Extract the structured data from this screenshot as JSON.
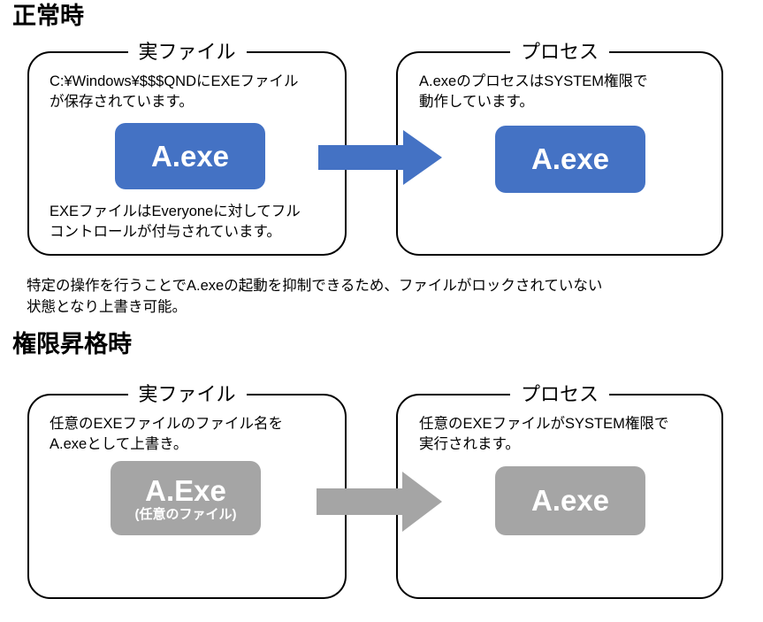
{
  "sections": [
    {
      "heading": "正常時",
      "left_panel": {
        "label": "実ファイル",
        "text_top": "C:¥Windows¥$$$QNDにEXEファイル\nが保存されています。",
        "text_bottom": "EXEファイルはEveryoneに対してフル\nコントロールが付与されています。",
        "chip": {
          "title": "A.exe",
          "sub": "",
          "color": "#4472C4"
        }
      },
      "right_panel": {
        "label": "プロセス",
        "text_top": "A.exeのプロセスはSYSTEM権限で\n動作しています。",
        "chip": {
          "title": "A.exe",
          "sub": "",
          "color": "#4472C4"
        }
      },
      "arrow": {
        "color": "#4472C4",
        "direction": "right"
      },
      "caption": "特定の操作を行うことでA.exeの起動を抑制できるため、ファイルがロックされていない\n状態となり上書き可能。"
    },
    {
      "heading": "権限昇格時",
      "left_panel": {
        "label": "実ファイル",
        "text_top": "任意のEXEファイルのファイル名を\nA.exeとして上書き。",
        "text_bottom": "",
        "chip": {
          "title": "A.Exe",
          "sub": "(任意のファイル)",
          "color": "#A5A5A5"
        }
      },
      "right_panel": {
        "label": "プロセス",
        "text_top": "任意のEXEファイルがSYSTEM権限で\n実行されます。",
        "chip": {
          "title": "A.exe",
          "sub": "",
          "color": "#A5A5A5"
        }
      },
      "arrow": {
        "color": "#A5A5A5",
        "direction": "right"
      },
      "caption": ""
    }
  ],
  "colors": {
    "blue": "#4472C4",
    "gray": "#A5A5A5",
    "border": "#000000",
    "background": "#ffffff"
  }
}
